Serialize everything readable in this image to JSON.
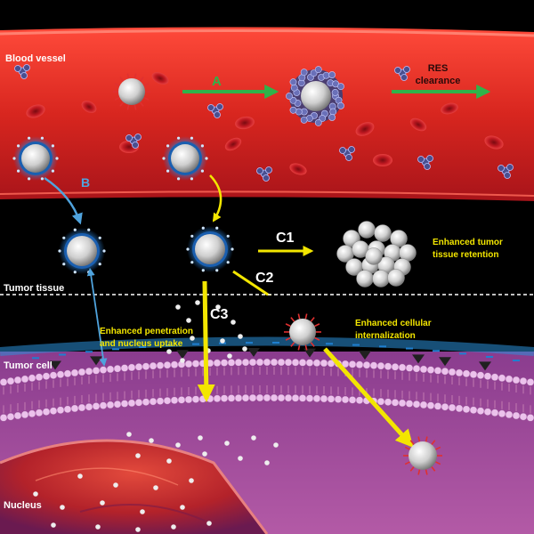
{
  "regions": {
    "blood_vessel": "Blood vessel",
    "tumor_tissue": "Tumor tissue",
    "tumor_cell": "Tumor cell",
    "nucleus": "Nucleus"
  },
  "pathways": {
    "a": "A",
    "b": "B",
    "c1": "C1",
    "c2": "C2",
    "c3": "C3"
  },
  "annotations": {
    "res_line1": "RES",
    "res_line2": "clearance",
    "retention_line1": "Enhanced tumor",
    "retention_line2": "tissue retention",
    "internalization_line1": "Enhanced cellular",
    "internalization_line2": "internalization",
    "penetration_line1": "Enhanced penetration",
    "penetration_line2": "and nucleus uptake"
  },
  "colors": {
    "vessel": "#d8261f",
    "vessel_edge": "#ff5a4a",
    "membrane": "#e0a8e0",
    "cytoplasm": "#a64a93",
    "nucleus": "#c0282a",
    "arrow_yellow": "#f3e600",
    "arrow_green": "#2fb34a",
    "arrow_blue": "#4fa3dd",
    "nanoparticle": "#d9d9d9"
  }
}
